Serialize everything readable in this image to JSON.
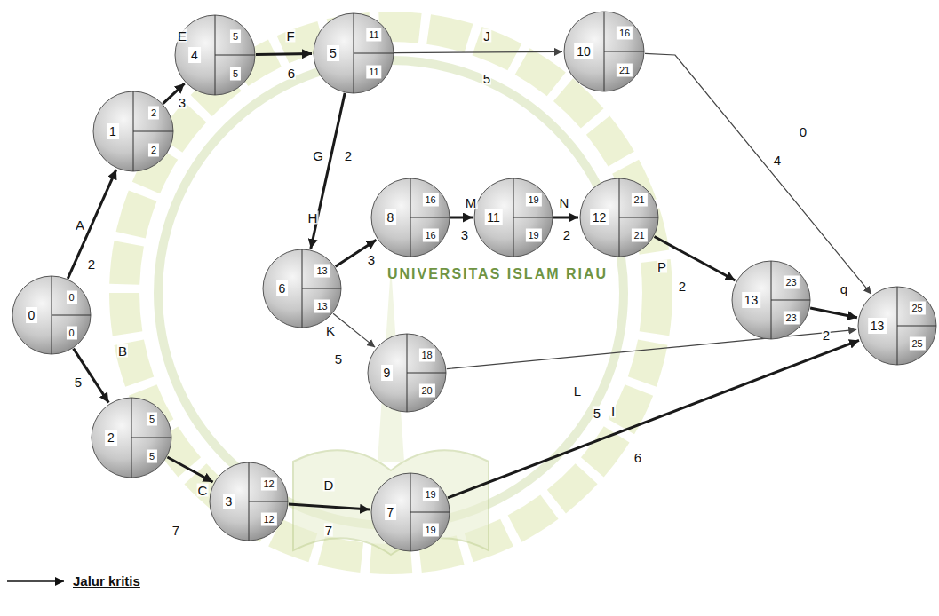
{
  "diagram": {
    "nodes": [
      {
        "text": [
          "0",
          "0",
          "0"
        ]
      },
      {
        "text": [
          "1",
          "2",
          "2"
        ]
      },
      {
        "text": [
          "2",
          "5",
          "5"
        ]
      },
      {
        "text": [
          "4",
          "5",
          "5"
        ]
      },
      {
        "text": [
          "5",
          "11",
          "11"
        ]
      },
      {
        "text": [
          "10",
          "16",
          "21"
        ]
      },
      {
        "text": [
          "6",
          "13",
          "13"
        ]
      },
      {
        "text": [
          "8",
          "16",
          "16"
        ]
      },
      {
        "text": [
          "11",
          "19",
          "19"
        ]
      },
      {
        "text": [
          "12",
          "21",
          "21"
        ]
      },
      {
        "text": [
          "9",
          "18",
          "20"
        ]
      },
      {
        "text": [
          "13",
          "23",
          "23"
        ]
      },
      {
        "text": [
          "3",
          "12",
          "12"
        ]
      },
      {
        "text": [
          "7",
          "19",
          "19"
        ]
      },
      {
        "text": [
          "13",
          "25",
          "25"
        ]
      }
    ],
    "edges": [
      {
        "from": 0,
        "to": 1,
        "arrow": "to",
        "label": "A"
      },
      {
        "from": 0,
        "to": 2,
        "arrow": "to",
        "label": "B"
      },
      {
        "from": 1,
        "to": 3,
        "arrow": "to",
        "label": "E"
      },
      {
        "from": 3,
        "to": 4,
        "arrow": "to",
        "label": "F"
      },
      {
        "from": 4,
        "to": 5,
        "arrow": "to",
        "label": "J"
      },
      {
        "from": 4,
        "to": 6,
        "arrow": "to",
        "label": "G"
      },
      {
        "from": 6,
        "to": 7,
        "arrow": "to",
        "label": "H"
      },
      {
        "from": 7,
        "to": 8,
        "arrow": "to",
        "label": "M"
      },
      {
        "from": 8,
        "to": 9,
        "arrow": "to",
        "label": "N"
      },
      {
        "from": 9,
        "to": 11,
        "arrow": "to",
        "label": "P"
      },
      {
        "from": 11,
        "to": 14,
        "arrow": "to",
        "label": "q"
      },
      {
        "from": 5,
        "to": 14,
        "arrow": "to",
        "label": "0"
      },
      {
        "from": 6,
        "to": 10,
        "arrow": "to",
        "label": "K"
      },
      {
        "from": 10,
        "to": 14,
        "arrow": "to",
        "label": "L"
      },
      {
        "from": 2,
        "to": 12,
        "arrow": "to",
        "label": "C"
      },
      {
        "from": 12,
        "to": 13,
        "arrow": "to",
        "label": "D"
      },
      {
        "from": 13,
        "to": 14,
        "arrow": "to",
        "label": "I"
      }
    ],
    "labels": [
      "2",
      "5",
      "3",
      "6",
      "5",
      "2",
      "3",
      "3",
      "2",
      "2",
      "2",
      "4",
      "5",
      "5",
      "7",
      "7",
      "6",
      "UNIVERSITAS ISLAM RIAU"
    ],
    "legend": [
      {
        "text": "Jalur kritis"
      }
    ]
  }
}
